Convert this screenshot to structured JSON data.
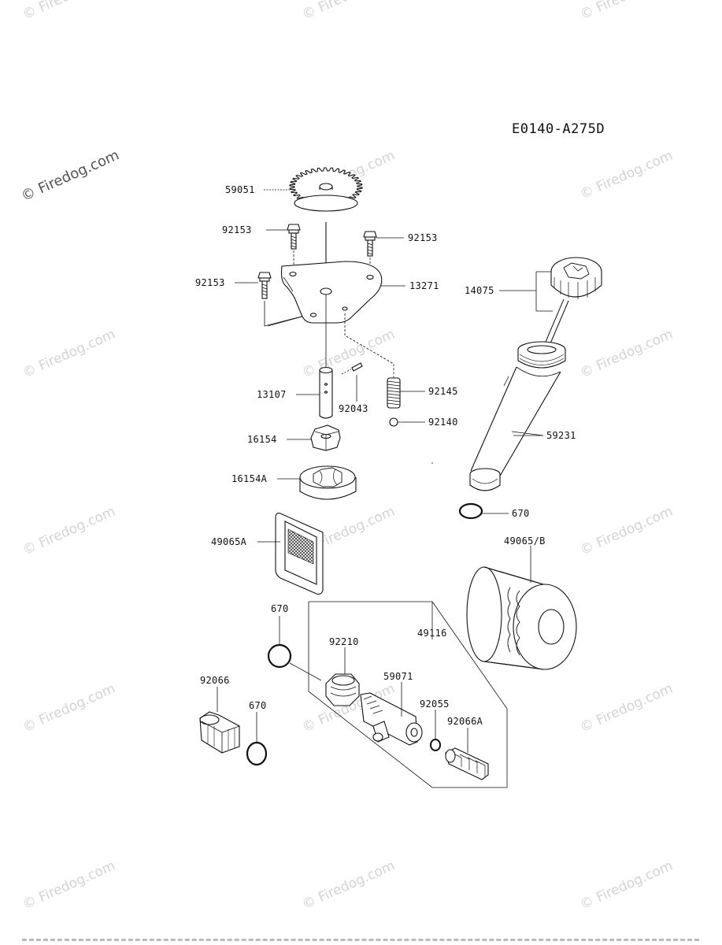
{
  "diagram_code": "E0140-A275D",
  "watermark": "© Firedog.com",
  "parts": {
    "gear": "59051",
    "bolt_left_top": "92153",
    "bolt_right_top": "92153",
    "bolt_left": "92153",
    "cover_plate": "13271",
    "dipstick": "14075",
    "shaft": "13107",
    "pin": "92043",
    "spring": "92145",
    "ball": "92140",
    "inner_rotor": "16154",
    "outer_rotor": "16154A",
    "filler_tube": "59231",
    "oring_tube": "670",
    "strainer": "49065A",
    "oil_filter": "49065/B",
    "oring_left": "670",
    "assembly": "49116",
    "nut": "92210",
    "pipe": "59071",
    "plug": "92066",
    "oring_plug": "670",
    "oring_small": "92055",
    "plug_a": "92066A"
  }
}
